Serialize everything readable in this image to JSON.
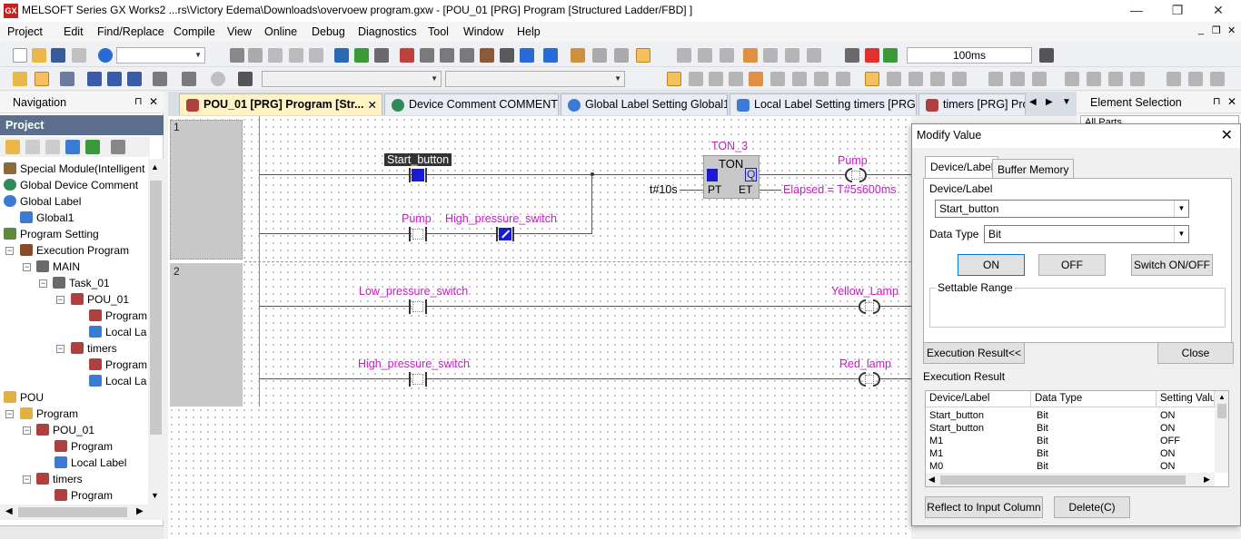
{
  "window": {
    "title": "MELSOFT Series GX Works2 ...rs\\Victory Edema\\Downloads\\overvoew program.gxw - [POU_01 [PRG] Program [Structured Ladder/FBD] ]",
    "app_icon": "GX",
    "minimize": "—",
    "restore": "❐",
    "close": "✕"
  },
  "menubar": {
    "items": [
      "Project",
      "Edit",
      "Find/Replace",
      "Compile",
      "View",
      "Online",
      "Debug",
      "Diagnostics",
      "Tool",
      "Window",
      "Help"
    ],
    "mdi_controls": [
      "_",
      "❐",
      "✕"
    ]
  },
  "toolbar": {
    "scan_time": "100ms"
  },
  "navigation": {
    "title": "Navigation",
    "pin": "⊓",
    "close": "✕",
    "project_label": "Project",
    "tree": [
      {
        "label": "Special Module(Intelligent",
        "icon": "module-icon",
        "color": "#8a6a3a"
      },
      {
        "label": "Global Device Comment",
        "icon": "globe-comment-icon",
        "color": "#2e8b57"
      },
      {
        "label": "Global Label",
        "icon": "globe-label-icon",
        "color": "#3a7bd5"
      },
      {
        "label": "Global1",
        "icon": "label-icon",
        "color": "#3a7bd5"
      },
      {
        "label": "Program Setting",
        "icon": "setting-icon",
        "color": "#5a8a3a"
      },
      {
        "label": "Execution Program",
        "icon": "exec-icon",
        "color": "#8a4a2a"
      },
      {
        "label": "MAIN",
        "icon": "main-icon",
        "color": "#6a6a6a"
      },
      {
        "label": "Task_01",
        "icon": "task-icon",
        "color": "#6a6a6a"
      },
      {
        "label": "POU_01",
        "icon": "pou-icon",
        "color": "#b04040"
      },
      {
        "label": "Program",
        "icon": "program-icon",
        "color": "#b04040"
      },
      {
        "label": "Local La",
        "icon": "local-label-icon",
        "color": "#3a7bd5"
      },
      {
        "label": "timers",
        "icon": "pou-icon",
        "color": "#b04040"
      },
      {
        "label": "Program",
        "icon": "program-icon",
        "color": "#b04040"
      },
      {
        "label": "Local La",
        "icon": "local-label-icon",
        "color": "#3a7bd5"
      },
      {
        "label": "POU",
        "icon": "folder-icon",
        "color": "#e0b040"
      },
      {
        "label": "Program",
        "icon": "folder-icon",
        "color": "#e0b040"
      },
      {
        "label": "POU_01",
        "icon": "pou-icon",
        "color": "#b04040"
      },
      {
        "label": "Program",
        "icon": "program-icon",
        "color": "#b04040"
      },
      {
        "label": "Local Label",
        "icon": "local-label-icon",
        "color": "#3a7bd5"
      },
      {
        "label": "timers",
        "icon": "pou-icon",
        "color": "#b04040"
      },
      {
        "label": "Program",
        "icon": "program-icon",
        "color": "#b04040"
      }
    ]
  },
  "tabs": [
    {
      "label": "POU_01 [PRG] Program [Str...",
      "close": "✕"
    },
    {
      "label": "Device Comment COMMENT"
    },
    {
      "label": "Global Label Setting Global1"
    },
    {
      "label": "Local Label Setting timers [PRG]"
    },
    {
      "label": "timers [PRG] Prog"
    }
  ],
  "tab_nav": {
    "prev": "◀",
    "next": "▶",
    "menu": "▼"
  },
  "ladder": {
    "rung1": {
      "step": "1",
      "contact1": "Start_button",
      "contact2": "Pump",
      "contact3": "High_pressure_switch",
      "fb_instance": "TON_3",
      "fb_type": "TON",
      "fb_in_q": "Q",
      "fb_pt": "PT",
      "fb_et": "ET",
      "pt_value": "t#10s",
      "et_label": "Elapsed = T#5s600ms",
      "coil": "Pump"
    },
    "rung2": {
      "step": "2",
      "contact1": "Low_pressure_switch",
      "coil1": "Yellow_Lamp",
      "contact2": "High_pressure_switch",
      "coil2": "Red_lamp"
    }
  },
  "element_selection": {
    "title": "Element Selection",
    "pin": "⊓",
    "close": "✕",
    "filter": "All Parts"
  },
  "dialog": {
    "title": "Modify Value",
    "close": "✕",
    "tab_device": "Device/Label",
    "tab_buffer": "Buffer Memory",
    "device_label_caption": "Device/Label",
    "device_label_value": "Start_button",
    "data_type_caption": "Data Type",
    "data_type_value": "Bit",
    "btn_on": "ON",
    "btn_off": "OFF",
    "btn_switch": "Switch ON/OFF",
    "settable_range": "Settable Range",
    "btn_exec_result": "Execution Result<<",
    "btn_close": "Close",
    "exec_result_caption": "Execution Result",
    "columns": [
      "Device/Label",
      "Data Type",
      "Setting Valu"
    ],
    "rows": [
      [
        "Start_button",
        "Bit",
        "ON"
      ],
      [
        "Start_button",
        "Bit",
        "ON"
      ],
      [
        "M1",
        "Bit",
        "OFF"
      ],
      [
        "M1",
        "Bit",
        "ON"
      ],
      [
        "M0",
        "Bit",
        "ON"
      ]
    ],
    "btn_reflect": "Reflect to Input Column",
    "btn_delete": "Delete(C)"
  }
}
